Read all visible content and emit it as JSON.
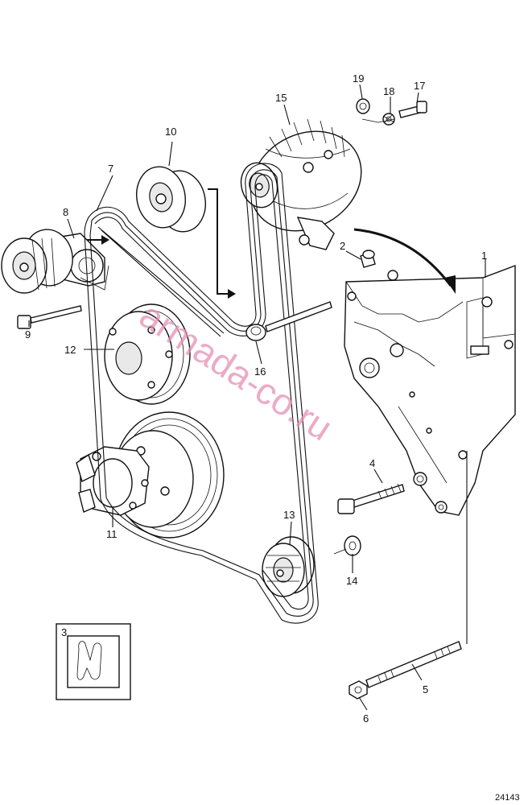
{
  "diagram": {
    "watermark": "armada-co.ru",
    "reference_id": "24143",
    "callouts": [
      {
        "id": "1",
        "label": "1"
      },
      {
        "id": "2",
        "label": "2"
      },
      {
        "id": "3",
        "label": "3"
      },
      {
        "id": "4",
        "label": "4"
      },
      {
        "id": "5",
        "label": "5"
      },
      {
        "id": "6",
        "label": "6"
      },
      {
        "id": "7",
        "label": "7"
      },
      {
        "id": "8",
        "label": "8"
      },
      {
        "id": "9",
        "label": "9"
      },
      {
        "id": "10",
        "label": "10"
      },
      {
        "id": "11",
        "label": "11"
      },
      {
        "id": "12",
        "label": "12"
      },
      {
        "id": "13",
        "label": "13"
      },
      {
        "id": "14",
        "label": "14"
      },
      {
        "id": "15",
        "label": "15"
      },
      {
        "id": "16",
        "label": "16"
      },
      {
        "id": "17",
        "label": "17"
      },
      {
        "id": "18",
        "label": "18"
      },
      {
        "id": "19",
        "label": "19"
      }
    ]
  }
}
